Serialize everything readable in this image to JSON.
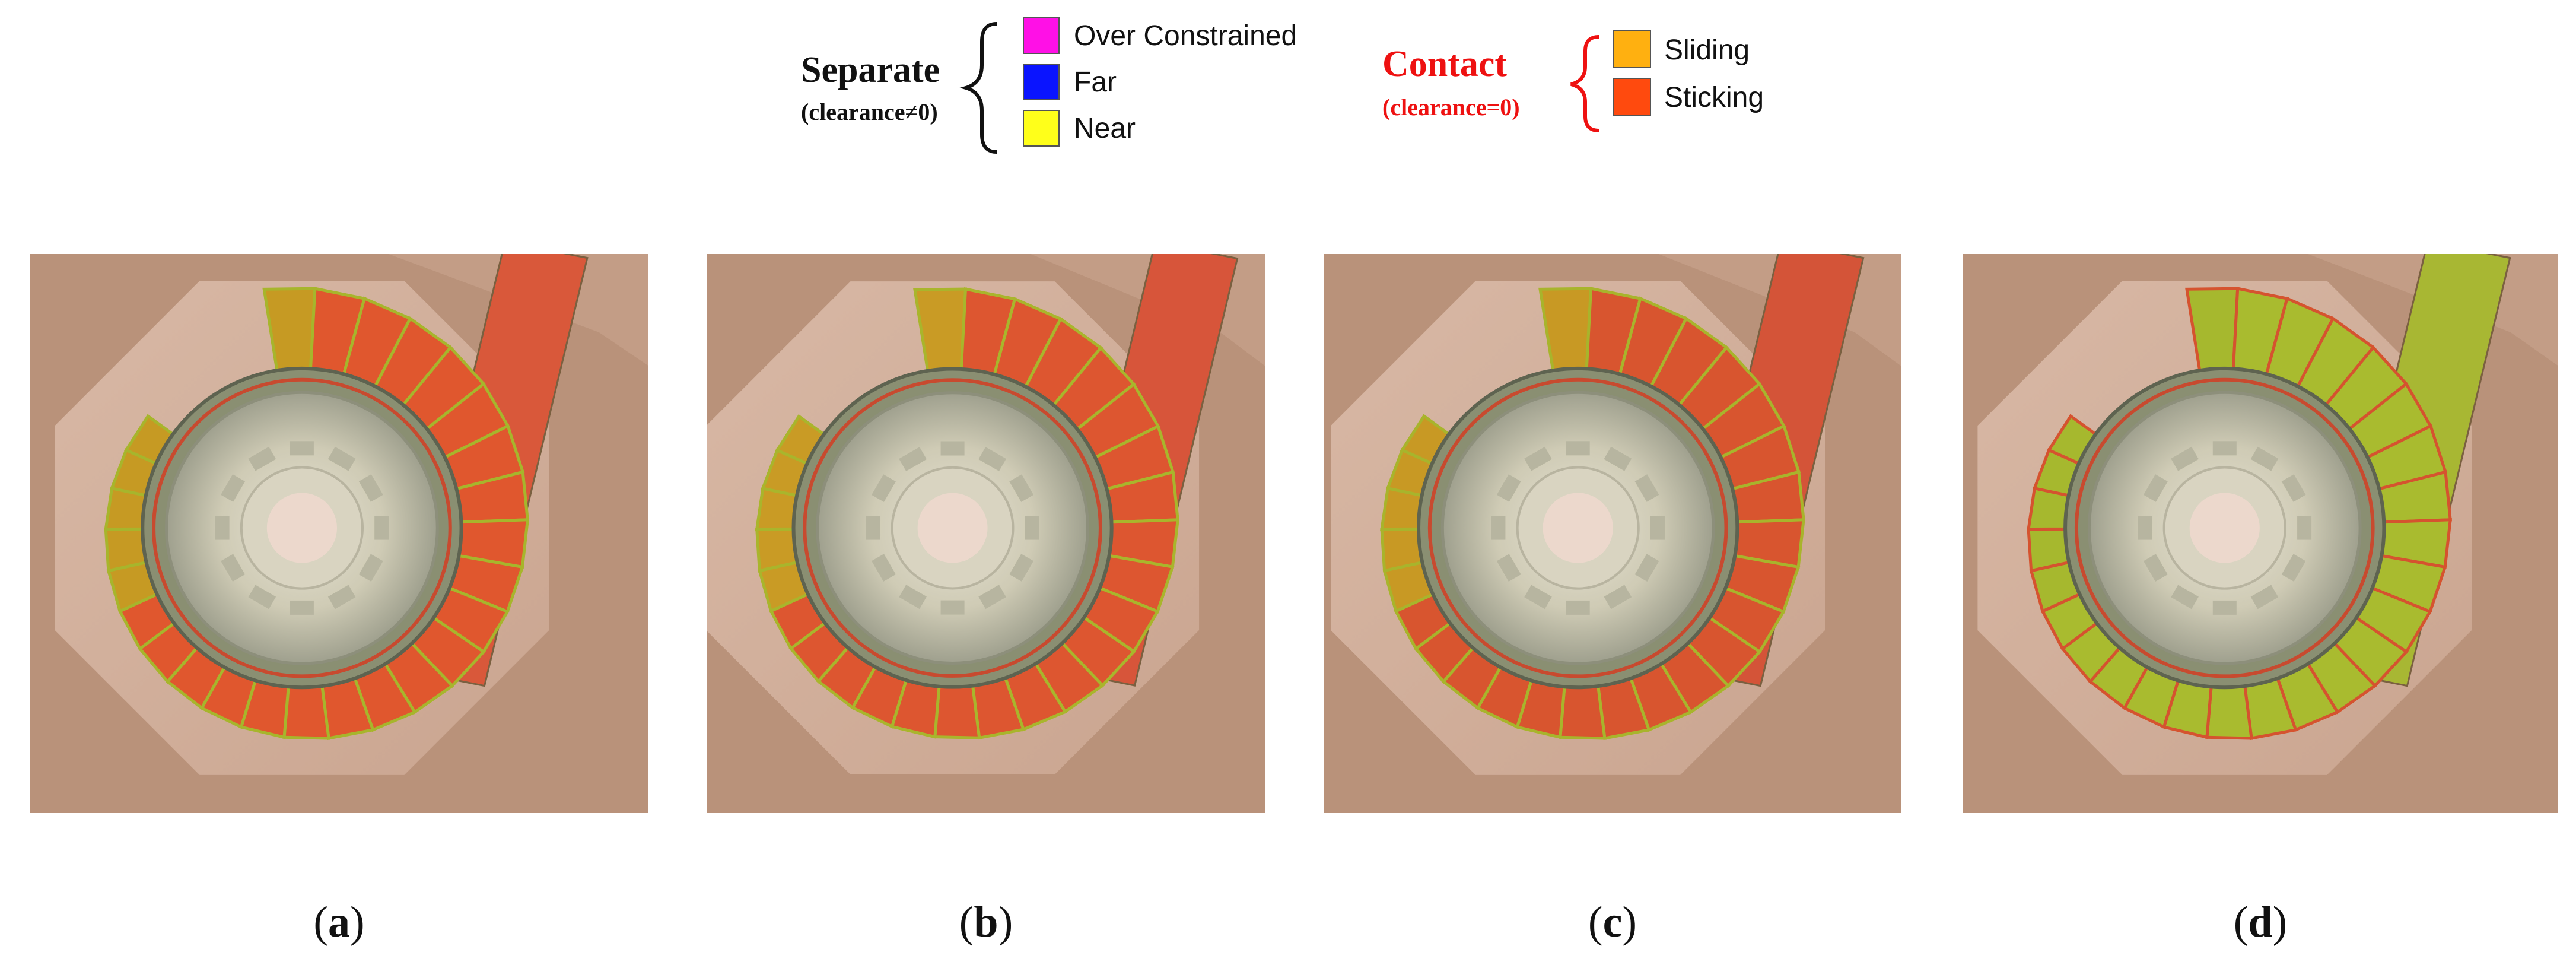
{
  "legend": {
    "separate": {
      "title": "Separate",
      "subtitle": "(clearance≠0)",
      "items": [
        {
          "label": "Over Constrained",
          "color": "#ff10e6"
        },
        {
          "label": "Far",
          "color": "#0a14ff"
        },
        {
          "label": "Near",
          "color": "#ffff1a"
        }
      ]
    },
    "contact": {
      "title": "Contact",
      "subtitle": "(clearance=0)",
      "title_color": "#ee1111",
      "items": [
        {
          "label": "Sliding",
          "color": "#ffb010"
        },
        {
          "label": "Sticking",
          "color": "#ff4a0e"
        }
      ]
    }
  },
  "panels": [
    {
      "label": "a",
      "colors": {
        "spiral": "#e0572e",
        "spiral_left": "#c69a23",
        "pipe": "#d9583a",
        "accent": "#a7b52c"
      },
      "contact_mix": 0.85
    },
    {
      "label": "b",
      "colors": {
        "spiral": "#dd5630",
        "spiral_left": "#c99b25",
        "pipe": "#d7553a",
        "accent": "#a9b52c"
      },
      "contact_mix": 0.75
    },
    {
      "label": "c",
      "colors": {
        "spiral": "#d8552f",
        "spiral_left": "#c89924",
        "pipe": "#d45438",
        "accent": "#a8b42c"
      },
      "contact_mix": 0.7
    },
    {
      "label": "d",
      "colors": {
        "spiral": "#a9bb2f",
        "spiral_left": "#a6b82e",
        "pipe": "#a8b733",
        "accent": "#d5532f"
      },
      "contact_mix": 0.35
    }
  ],
  "colors": {
    "background": "#b9927a",
    "slab": "#d2b09d",
    "shell": "#8a8f72",
    "runner": "#c9c6b1",
    "hub": "#ecd8cc"
  }
}
